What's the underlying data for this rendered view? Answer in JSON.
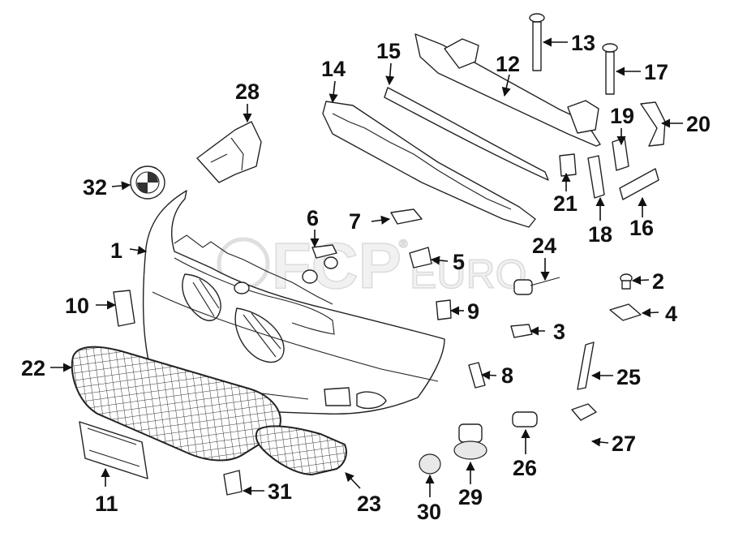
{
  "watermark": {
    "brand": "FCP",
    "suffix": "EURO",
    "mark": "®"
  },
  "callouts": [
    {
      "id": "c1",
      "label": "1"
    },
    {
      "id": "c2",
      "label": "2"
    },
    {
      "id": "c3",
      "label": "3"
    },
    {
      "id": "c4",
      "label": "4"
    },
    {
      "id": "c5",
      "label": "5"
    },
    {
      "id": "c6",
      "label": "6"
    },
    {
      "id": "c7",
      "label": "7"
    },
    {
      "id": "c8",
      "label": "8"
    },
    {
      "id": "c9",
      "label": "9"
    },
    {
      "id": "c10",
      "label": "10"
    },
    {
      "id": "c11",
      "label": "11"
    },
    {
      "id": "c12",
      "label": "12"
    },
    {
      "id": "c13",
      "label": "13"
    },
    {
      "id": "c14",
      "label": "14"
    },
    {
      "id": "c15",
      "label": "15"
    },
    {
      "id": "c16",
      "label": "16"
    },
    {
      "id": "c17",
      "label": "17"
    },
    {
      "id": "c18",
      "label": "18"
    },
    {
      "id": "c19",
      "label": "19"
    },
    {
      "id": "c20",
      "label": "20"
    },
    {
      "id": "c21",
      "label": "21"
    },
    {
      "id": "c22",
      "label": "22"
    },
    {
      "id": "c23",
      "label": "23"
    },
    {
      "id": "c24",
      "label": "24"
    },
    {
      "id": "c25",
      "label": "25"
    },
    {
      "id": "c26",
      "label": "26"
    },
    {
      "id": "c27",
      "label": "27"
    },
    {
      "id": "c28",
      "label": "28"
    },
    {
      "id": "c29",
      "label": "29"
    },
    {
      "id": "c30",
      "label": "30"
    },
    {
      "id": "c31",
      "label": "31"
    },
    {
      "id": "c32",
      "label": "32"
    }
  ]
}
